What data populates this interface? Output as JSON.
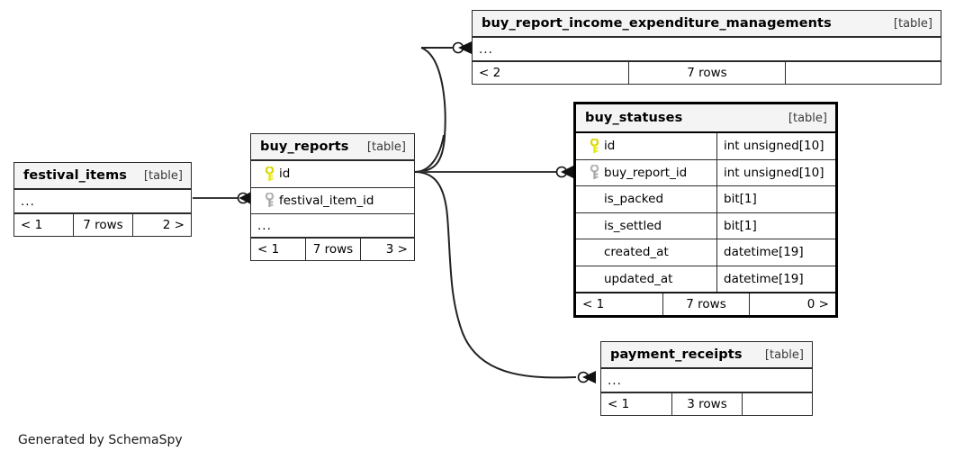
{
  "diagram": {
    "credit": "Generated by SchemaSpy",
    "table_kind_label": "[table]",
    "ellipsis": "...",
    "colors": {
      "primary_key": "#e8e80b",
      "foreign_key": "#a8a8a8",
      "header_bg": "#f4f4f4",
      "border": "#2b2b2b",
      "focal_border": "#000000",
      "edge": "#3a3a3a"
    }
  },
  "tables": {
    "buy_report_income_expenditure_managements": {
      "name": "buy_report_income_expenditure_managements",
      "kind": "[table]",
      "ellipsis": "...",
      "footer": {
        "left": "< 2",
        "center": "7 rows",
        "right": ""
      }
    },
    "buy_statuses": {
      "name": "buy_statuses",
      "kind": "[table]",
      "columns": [
        {
          "key": "primary",
          "name": "id",
          "type": "int unsigned[10]"
        },
        {
          "key": "foreign",
          "name": "buy_report_id",
          "type": "int unsigned[10]"
        },
        {
          "key": "none",
          "name": "is_packed",
          "type": "bit[1]"
        },
        {
          "key": "none",
          "name": "is_settled",
          "type": "bit[1]"
        },
        {
          "key": "none",
          "name": "created_at",
          "type": "datetime[19]"
        },
        {
          "key": "none",
          "name": "updated_at",
          "type": "datetime[19]"
        }
      ],
      "footer": {
        "left": "< 1",
        "center": "7 rows",
        "right": "0 >"
      }
    },
    "buy_reports": {
      "name": "buy_reports",
      "kind": "[table]",
      "columns": [
        {
          "key": "primary",
          "name": "id"
        },
        {
          "key": "foreign",
          "name": "festival_item_id"
        }
      ],
      "ellipsis": "...",
      "footer": {
        "left": "< 1",
        "center": "7 rows",
        "right": "3 >"
      }
    },
    "festival_items": {
      "name": "festival_items",
      "kind": "[table]",
      "ellipsis": "...",
      "footer": {
        "left": "< 1",
        "center": "7 rows",
        "right": "2 >"
      }
    },
    "payment_receipts": {
      "name": "payment_receipts",
      "kind": "[table]",
      "ellipsis": "...",
      "footer": {
        "left": "< 1",
        "center": "3 rows",
        "right": ""
      }
    }
  },
  "relationships": [
    {
      "from": "festival_items",
      "to": "buy_reports"
    },
    {
      "from": "buy_reports",
      "to": "buy_report_income_expenditure_managements"
    },
    {
      "from": "buy_reports",
      "to": "buy_statuses"
    },
    {
      "from": "buy_reports",
      "to": "payment_receipts"
    }
  ]
}
